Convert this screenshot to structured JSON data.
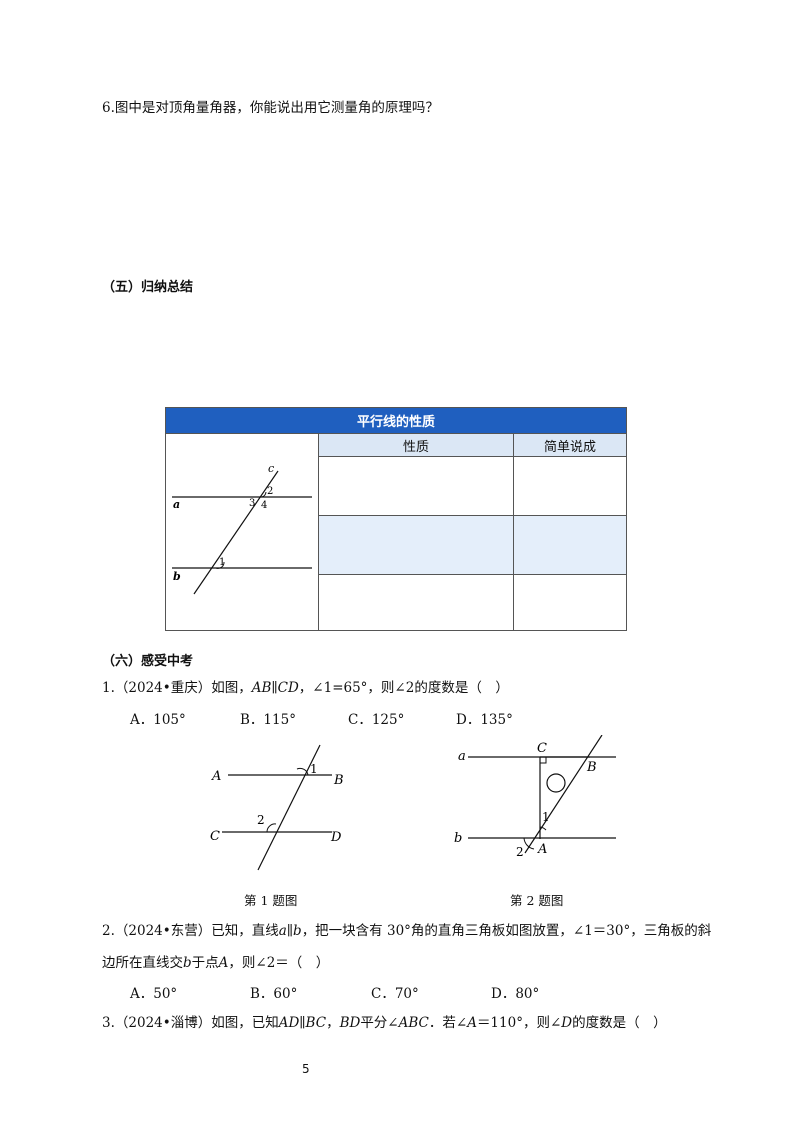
{
  "q6": {
    "prefix": "6.",
    "text": "图中是对顶角量角器，你能说出用它测量角的原理吗？"
  },
  "section5": {
    "title": "（五）归纳总结"
  },
  "table": {
    "title": "平行线的性质",
    "col1": "性质",
    "col2": "简单说成",
    "figure_labels": {
      "c": "c",
      "a": "a",
      "b": "b",
      "n1": "1",
      "n2": "2",
      "n3": "3",
      "n4": "4"
    }
  },
  "section6": {
    "title": "（六）感受中考"
  },
  "problem1": {
    "number": "1.",
    "source": "（2024•重庆）如图，",
    "cond_ab": "AB",
    "cond_par": "∥",
    "cond_cd": "CD",
    "cond_rest": "，∠1=65°，则∠2的度数是（　）",
    "options": [
      "A．105°",
      "B．115°",
      "C．125°",
      "D．135°"
    ]
  },
  "figure1": {
    "label_A": "A",
    "label_B": "B",
    "label_C": "C",
    "label_D": "D",
    "n1": "1",
    "n2": "2",
    "caption": "第 1 题图"
  },
  "figure2": {
    "label_a": "a",
    "label_b": "b",
    "label_C": "C",
    "label_B": "B",
    "label_A": "A",
    "n1": "1",
    "n2": "2",
    "caption": "第 2 题图"
  },
  "problem2": {
    "number": "2.",
    "line1_part1": "（2024•东营）已知，直线",
    "var_a": "a",
    "par": "∥",
    "var_b": "b",
    "line1_part2": "，把一块含有 30°角的直角三角板如图放置，∠1＝30°，三角板的斜",
    "line2_part1": "边所在直线交",
    "line2_var_b": "b",
    "line2_part2": "于点",
    "line2_var_A": "A",
    "line2_part3": "，则∠2＝（　）",
    "options": [
      "A．50°",
      "B．60°",
      "C．70°",
      "D．80°"
    ]
  },
  "problem3": {
    "number": "3.",
    "part1": "（2024•淄博）如图，已知",
    "ad": "AD",
    "par": "∥",
    "bc": "BC",
    "part2": "，",
    "bd": "BD",
    "part3": "平分∠",
    "abc": "ABC",
    "part4": "．若∠",
    "a": "A",
    "part5": "＝110°，则∠",
    "d": "D",
    "part6": "的度数是（　）"
  },
  "page_number": "5"
}
